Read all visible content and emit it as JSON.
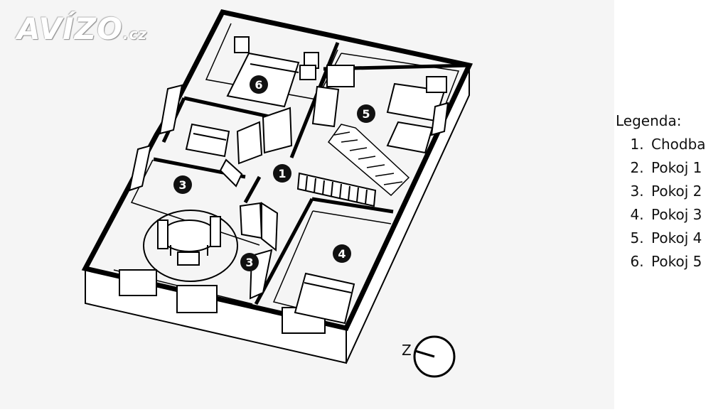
{
  "watermark": {
    "brand": "AVÍZO",
    "tld": ".cz"
  },
  "legend": {
    "title": "Legenda:",
    "items": [
      "Chodba",
      "Pokoj 1",
      "Pokoj 2",
      "Pokoj 3",
      "Pokoj 4",
      "Pokoj 5"
    ]
  },
  "plan": {
    "room_markers": [
      "1",
      "3",
      "3",
      "4",
      "5",
      "6"
    ]
  },
  "compass": {
    "label": "Z"
  },
  "colors": {
    "line": "#000000",
    "panel": "#f5f5f5",
    "marker": "#111111"
  }
}
